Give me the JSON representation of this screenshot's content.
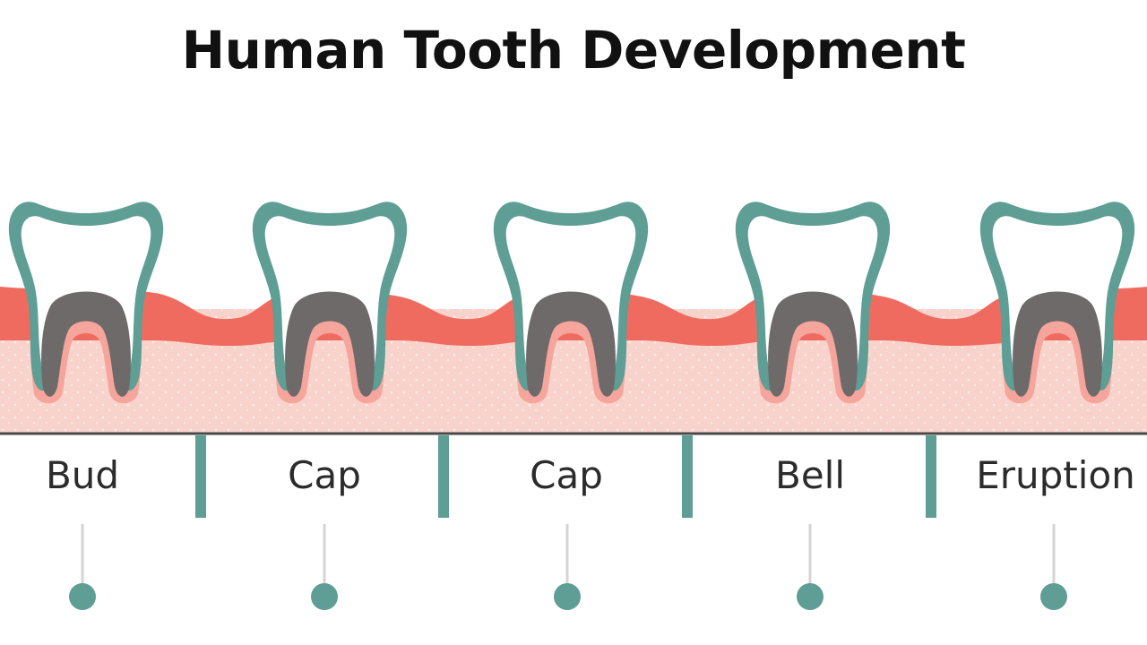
{
  "title": "Human Tooth Development",
  "stages": [
    {
      "label": "Bud"
    },
    {
      "label": "Cap"
    },
    {
      "label": "Cap"
    },
    {
      "label": "Bell"
    },
    {
      "label": "Eruption"
    }
  ],
  "colors": {
    "enamel": "#5e9e94",
    "gum": "#ef6b5f",
    "tissue": "#f8d3cc",
    "pulp": "#6e6a69",
    "pulp_inner": "#f5a59c",
    "baseline": "#4a4a4a",
    "divider": "#5e9e94",
    "marker": "#5e9e94",
    "stem": "#d4d4d4"
  }
}
